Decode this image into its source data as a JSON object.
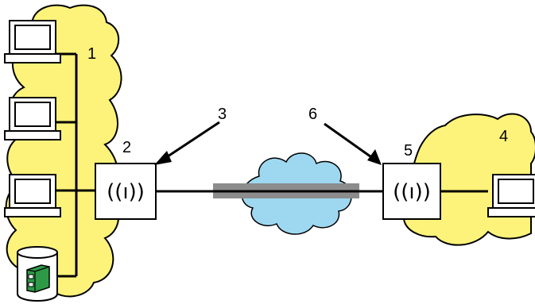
{
  "labels": {
    "n1": "1",
    "n2": "2",
    "n3": "3",
    "n4": "4",
    "n5": "5",
    "n6": "6"
  },
  "icons": {
    "access_point": "wireless-access-point-icon",
    "computer": "computer-terminal-icon",
    "storage": "database-server-icon",
    "network_cloud": "network-cloud"
  },
  "colors": {
    "lan_area": "#fef37a",
    "cloud": "#9ed8f0",
    "link_band": "#8c8c8c",
    "server_green": "#2e9a48"
  },
  "wireless_symbol": "((ı))"
}
